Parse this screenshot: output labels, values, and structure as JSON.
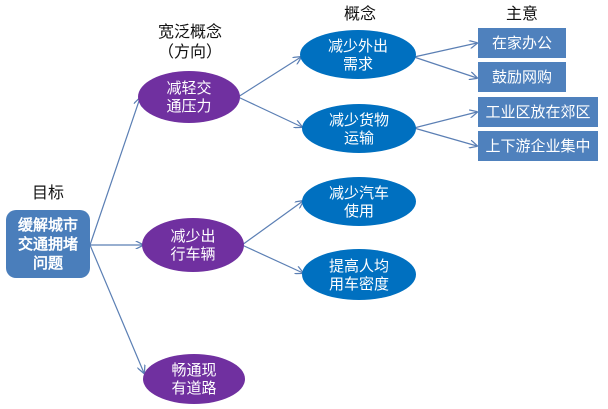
{
  "headers": {
    "goal": "目标",
    "broad_concepts": "宽泛概念\n（方向）",
    "concepts": "概念",
    "ideas": "主意"
  },
  "root": {
    "text": "缓解城市\n交通拥堵\n问题"
  },
  "broad": [
    {
      "id": "b1",
      "text": "减轻交\n通压力"
    },
    {
      "id": "b2",
      "text": "减少出\n行车辆"
    },
    {
      "id": "b3",
      "text": "畅通现\n有道路"
    }
  ],
  "concepts": [
    {
      "id": "c1",
      "parent": "b1",
      "text": "减少外出\n需求"
    },
    {
      "id": "c2",
      "parent": "b1",
      "text": "减少货物\n运输"
    },
    {
      "id": "c3",
      "parent": "b2",
      "text": "减少汽车\n使用"
    },
    {
      "id": "c4",
      "parent": "b2",
      "text": "提高人均\n用车密度"
    }
  ],
  "ideas": [
    {
      "id": "i1",
      "parent": "c1",
      "text": "在家办公"
    },
    {
      "id": "i2",
      "parent": "c1",
      "text": "鼓励网购"
    },
    {
      "id": "i3",
      "parent": "c2",
      "text": "工业区放在郊区"
    },
    {
      "id": "i4",
      "parent": "c2",
      "text": "上下游企业集中"
    }
  ],
  "colors": {
    "root": "#4a7ebb",
    "broad": "#7030a0",
    "concept": "#0070c0",
    "idea": "#4f81bd",
    "connector": "#5b7fb4"
  }
}
